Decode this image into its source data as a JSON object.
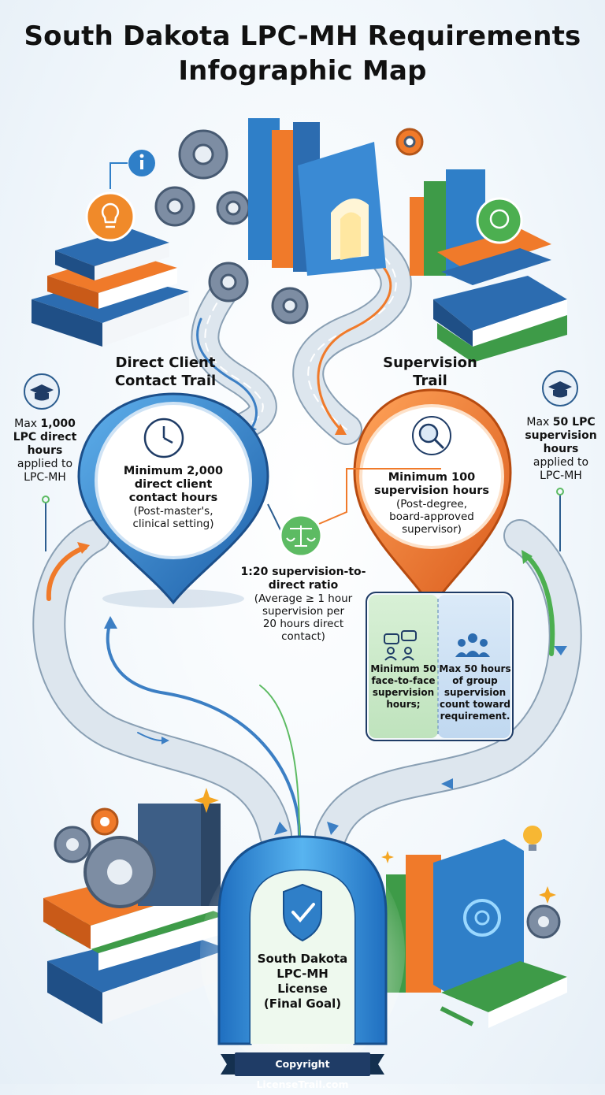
{
  "title": {
    "line1": "South Dakota LPC-MH Requirements",
    "line2": "Infographic Map"
  },
  "trails": {
    "direct": {
      "label_line1": "Direct Client",
      "label_line2": "Contact Trail"
    },
    "supervision": {
      "label_line1": "Supervision",
      "label_line2": "Trail"
    }
  },
  "side_notes": {
    "left": {
      "prefix": "Max",
      "value": "1,000",
      "line2": "LPC direct",
      "line3": "hours",
      "line4": "applied to",
      "line5": "LPC-MH"
    },
    "right": {
      "prefix": "Max",
      "value": "50 LPC",
      "line2": "supervision",
      "line3": "hours",
      "line4": "applied to",
      "line5": "LPC-MH"
    }
  },
  "pins": {
    "direct": {
      "line1": "Minimum 2,000",
      "line2": "direct client",
      "line3": "contact hours",
      "sub1": "(Post-master's,",
      "sub2": "clinical setting)"
    },
    "supervision": {
      "line1": "Minimum 100",
      "line2": "supervision hours",
      "sub1": "(Post-degree,",
      "sub2": "board-approved",
      "sub3": "supervisor)"
    }
  },
  "ratio": {
    "line1": "1:20 supervision-to-",
    "line2": "direct ratio",
    "sub1": "(Average ≥ 1 hour",
    "sub2": "supervision per",
    "sub3": "20 hours direct",
    "sub4": "contact)"
  },
  "panel": {
    "left": [
      "Minimum 50",
      "face-to-face",
      "supervision",
      "hours;"
    ],
    "right": [
      "Max 50 hours",
      "of group",
      "supervision",
      "count toward",
      "requirement."
    ]
  },
  "final_goal": {
    "line1": "South Dakota",
    "line2": "LPC-MH",
    "line3": "License",
    "line4": "(Final Goal)"
  },
  "footer": {
    "copyright": "Copyright LicenseTrail.com"
  },
  "icons": {
    "title_info": "info-icon",
    "lightbulb": "lightbulb-icon",
    "gear": "gear-icon",
    "clock": "clock-icon",
    "magnifier": "magnifier-people-icon",
    "scales": "balance-scale-icon",
    "graduation": "graduation-cap-icon",
    "chat": "chat-people-icon",
    "group": "group-icon",
    "shield": "shield-check-icon",
    "sparkle": "sparkle-icon"
  },
  "colors": {
    "blue": "#2f7fc8",
    "dark_blue": "#1e5f9e",
    "orange": "#f07a2a",
    "green": "#4caf50",
    "road": "#d3dde6",
    "navy": "#1f3c66"
  }
}
